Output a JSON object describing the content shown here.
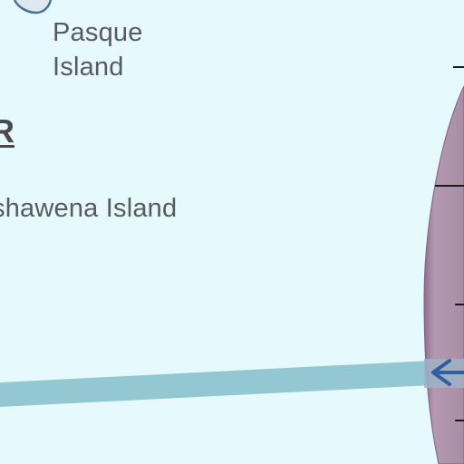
{
  "map": {
    "labels": {
      "pasque_line1": "Pasque",
      "pasque_line2": "Island",
      "nashawena": "shawena Island",
      "partial_heading": "R"
    },
    "colors": {
      "water": "#e6f9fc",
      "island_outline": "#456f9e",
      "channel": "#93c8d2",
      "band_fill": "#aa8fa7",
      "tick": "#1c1c1c",
      "arrow": "#2f5f9f",
      "label_text": "#585a5e"
    },
    "icons": [
      "left-arrow-icon"
    ]
  }
}
